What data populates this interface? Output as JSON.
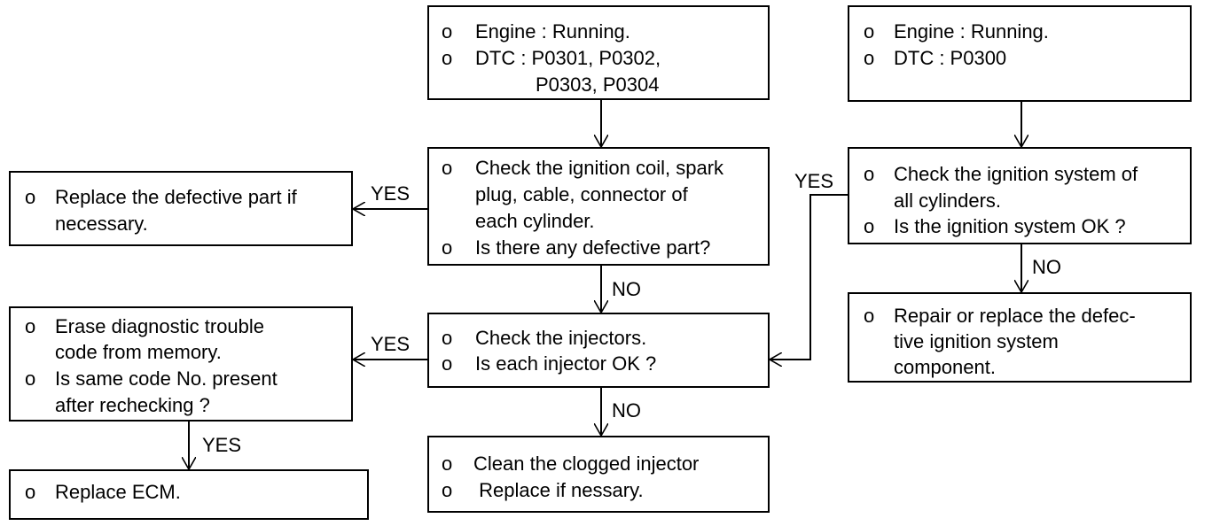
{
  "bullet": "o",
  "boxes": {
    "start_a": {
      "lines": [
        "Engine : Running.",
        "DTC : P0301, P0302,",
        "P0303, P0304"
      ]
    },
    "start_b": {
      "lines": [
        "Engine : Running.",
        "DTC : P0300"
      ]
    },
    "check_coil": {
      "lines": [
        "Check the ignition coil, spark",
        "plug, cable, connector of",
        "each cylinder.",
        "Is there any defective part?"
      ]
    },
    "replace_part": {
      "lines": [
        "Replace the defective part if",
        "necessary."
      ]
    },
    "check_system": {
      "lines": [
        "Check the ignition system of",
        "all cylinders.",
        "Is the ignition system OK ?"
      ]
    },
    "erase_dtc": {
      "lines": [
        "Erase diagnostic trouble",
        "code from memory.",
        "Is same code No. present",
        "after rechecking ?"
      ]
    },
    "check_injectors": {
      "lines": [
        "Check the injectors.",
        "Is each injector OK ?"
      ]
    },
    "repair_system": {
      "lines": [
        "Repair or replace the defec-",
        "tive ignition system",
        "component."
      ]
    },
    "replace_ecm": {
      "lines": [
        "Replace ECM."
      ]
    },
    "clean_injector": {
      "lines": [
        "Clean the clogged injector",
        " Replace if nessary."
      ]
    }
  },
  "labels": {
    "yes_replace_part": "YES",
    "yes_system_ok": "YES",
    "no_coil": "NO",
    "no_system": "NO",
    "yes_erase": "YES",
    "no_injectors": "NO",
    "yes_replace_ecm": "YES"
  }
}
